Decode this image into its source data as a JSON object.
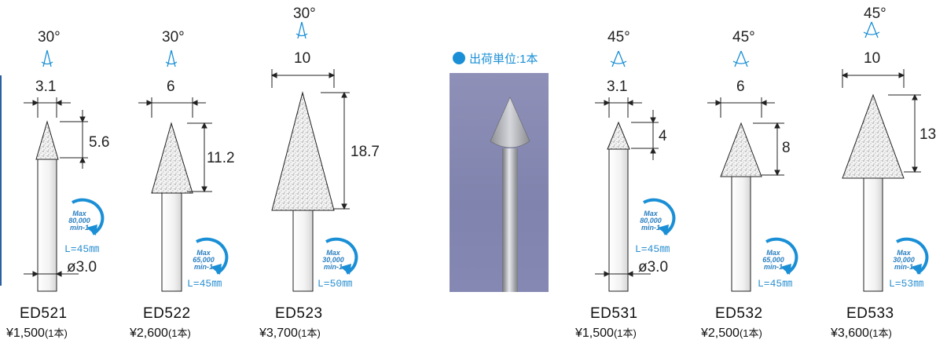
{
  "shipping_unit": "出荷単位:1本",
  "products": [
    {
      "code": "ED521",
      "price": "¥1,500",
      "qty": "(1本)",
      "angle": "30°",
      "head_dia": "3.1",
      "head_len": "5.6",
      "shank_dia": "ø3.0",
      "speed": [
        "Max",
        "80,000",
        "min-1"
      ],
      "length": "L=45㎜"
    },
    {
      "code": "ED522",
      "price": "¥2,600",
      "qty": "(1本)",
      "angle": "30°",
      "head_dia": "6",
      "head_len": "11.2",
      "speed": [
        "Max",
        "65,000",
        "min-1"
      ],
      "length": "L=45㎜"
    },
    {
      "code": "ED523",
      "price": "¥3,700",
      "qty": "(1本)",
      "angle": "30°",
      "head_dia": "10",
      "head_len": "18.7",
      "speed": [
        "Max",
        "30,000",
        "min-1"
      ],
      "length": "L=50㎜"
    },
    {
      "code": "ED531",
      "price": "¥1,500",
      "qty": "(1本)",
      "angle": "45°",
      "head_dia": "3.1",
      "head_len": "4",
      "shank_dia": "ø3.0",
      "speed": [
        "Max",
        "80,000",
        "min-1"
      ],
      "length": "L=45㎜"
    },
    {
      "code": "ED532",
      "price": "¥2,500",
      "qty": "(1本)",
      "angle": "45°",
      "head_dia": "6",
      "head_len": "8",
      "speed": [
        "Max",
        "65,000",
        "min-1"
      ],
      "length": "L=45㎜"
    },
    {
      "code": "ED533",
      "price": "¥3,600",
      "qty": "(1本)",
      "angle": "45°",
      "head_dia": "10",
      "head_len": "13",
      "speed": [
        "Max",
        "30,000",
        "min-1"
      ],
      "length": "L=53㎜"
    }
  ],
  "colors": {
    "accent": "#1a8fd6",
    "dim_line": "#222222",
    "photo_bg": "#8588b3"
  }
}
